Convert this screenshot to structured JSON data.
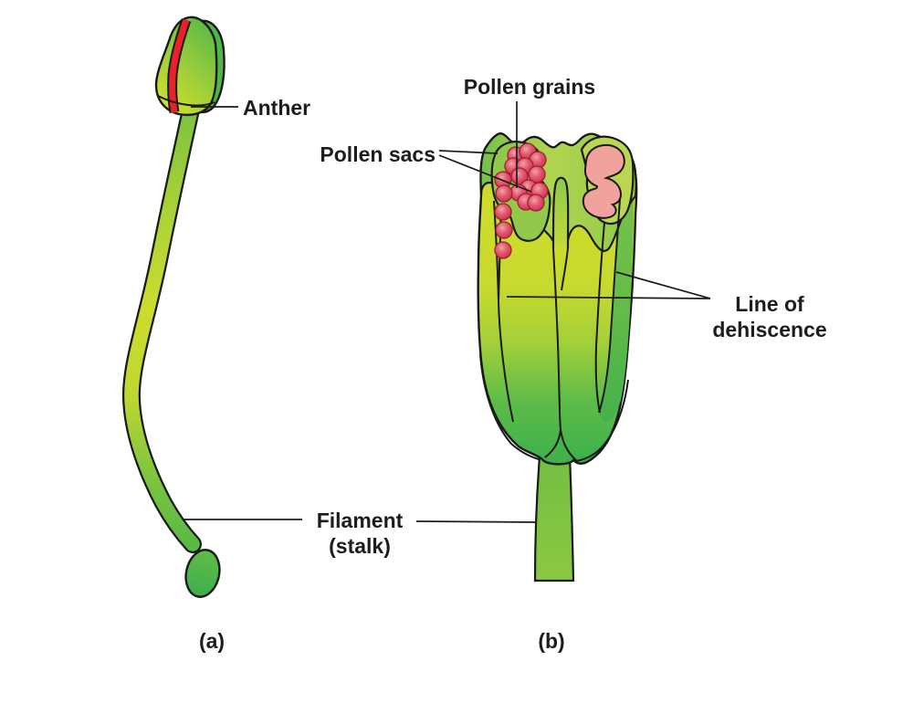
{
  "labels": {
    "anther": "Anther",
    "pollen_grains": "Pollen grains",
    "pollen_sacs": "Pollen sacs",
    "line_of_dehiscence": [
      "Line of",
      "dehiscence"
    ],
    "filament": [
      "Filament",
      "(stalk)"
    ],
    "caption_a": "(a)",
    "caption_b": "(b)"
  },
  "colors": {
    "background": "#ffffff",
    "outline": "#1a1a1a",
    "leader_line": "#1c1c1c",
    "label_text": "#1d1d1d",
    "body_yellow": "#cddc2a",
    "body_green": "#3bb04d",
    "band_green": "#74bf4a",
    "pouch_green": "#93c94b",
    "pouch_light_green": "#b9d750",
    "pink_sac": "#f2a29c",
    "pollen_grain_red": "#cc2a46",
    "pollen_grain_highlight": "#f2a0a8",
    "dehiscence_red": "#eb2028",
    "stalk_green": "#7dc342",
    "bulb_green": "#46b44b"
  }
}
